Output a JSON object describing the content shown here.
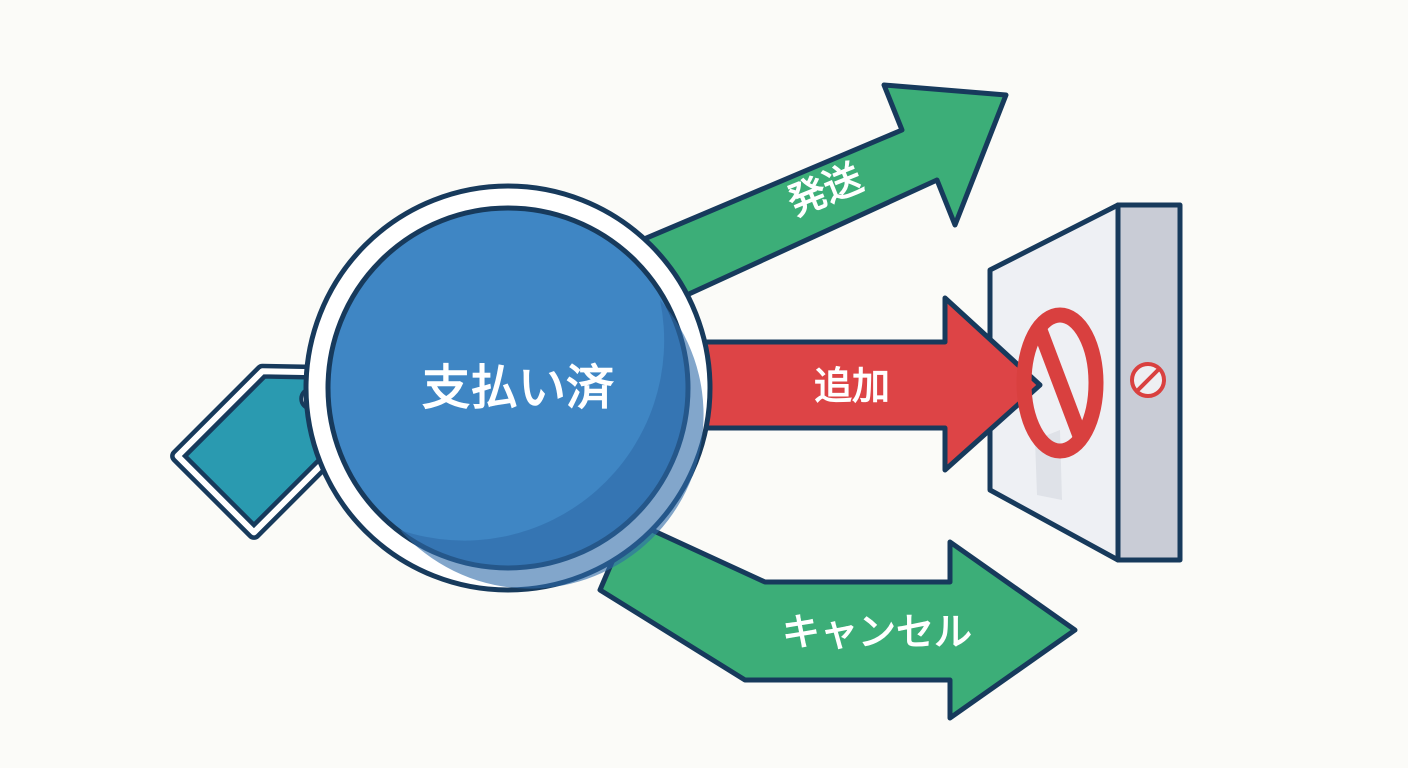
{
  "state": {
    "label": "支払い済"
  },
  "transitions": [
    {
      "label": "発送",
      "allowed": true
    },
    {
      "label": "追加",
      "allowed": false
    },
    {
      "label": "キャンセル",
      "allowed": true
    }
  ],
  "colors": {
    "background": "#fbfbf8",
    "outline": "#173a5c",
    "state_fill": "#3f86c4",
    "state_shade": "#2f6aa8",
    "allowed_arrow": "#3cae78",
    "blocked_arrow": "#dd4446",
    "tag": "#2a9ab0",
    "wall_face": "#eef0f4",
    "wall_side": "#c9ccd6",
    "forbidden": "#d9403f"
  },
  "icons": [
    "price-tag-icon",
    "prohibited-icon",
    "wall-barrier"
  ]
}
